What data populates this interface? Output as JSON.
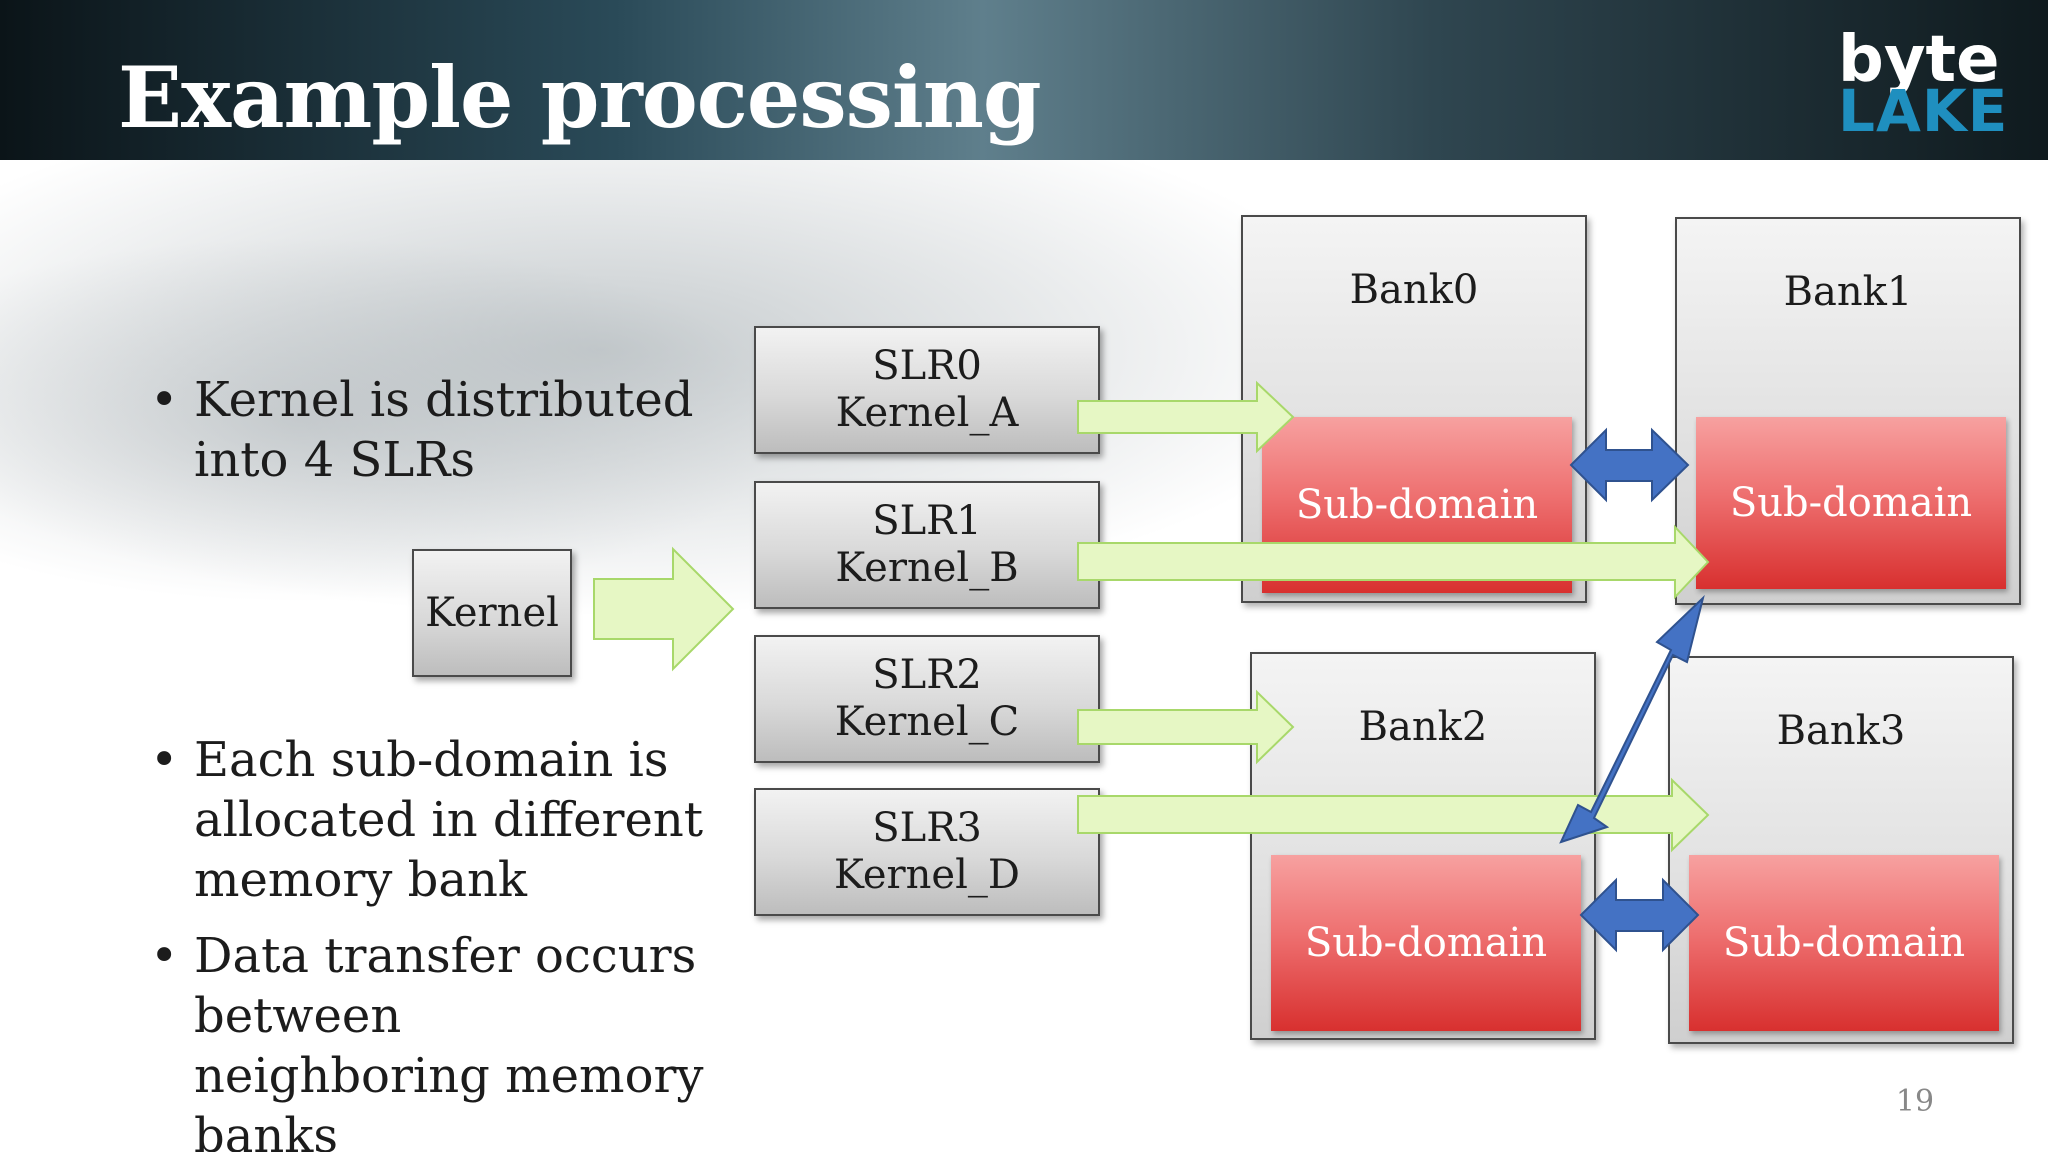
{
  "slide": {
    "title": "Example processing",
    "logo": {
      "line1": "byte",
      "line2": "LAKE",
      "color_accent": "#1f8fbf"
    },
    "bullets": [
      "Kernel is distributed into 4 SLRs",
      "Each sub-domain is allocated in different memory bank",
      "Data transfer occurs between neighboring memory banks"
    ],
    "page_number": "19"
  },
  "diagram": {
    "kernel_label": "Kernel",
    "slrs": [
      {
        "slr": "SLR0",
        "kernel": "Kernel_A"
      },
      {
        "slr": "SLR1",
        "kernel": "Kernel_B"
      },
      {
        "slr": "SLR2",
        "kernel": "Kernel_C"
      },
      {
        "slr": "SLR3",
        "kernel": "Kernel_D"
      }
    ],
    "banks": [
      {
        "label": "Bank0",
        "sub_label": "Sub-domain"
      },
      {
        "label": "Bank1",
        "sub_label": "Sub-domain"
      },
      {
        "label": "Bank2",
        "sub_label": "Sub-domain"
      },
      {
        "label": "Bank3",
        "sub_label": "Sub-domain"
      }
    ],
    "colors": {
      "arrow_green": "#e6f7c4",
      "arrow_green_stroke": "#a8d86a",
      "arrow_blue": "#4472c4",
      "subdomain_red": "#e04848"
    }
  }
}
